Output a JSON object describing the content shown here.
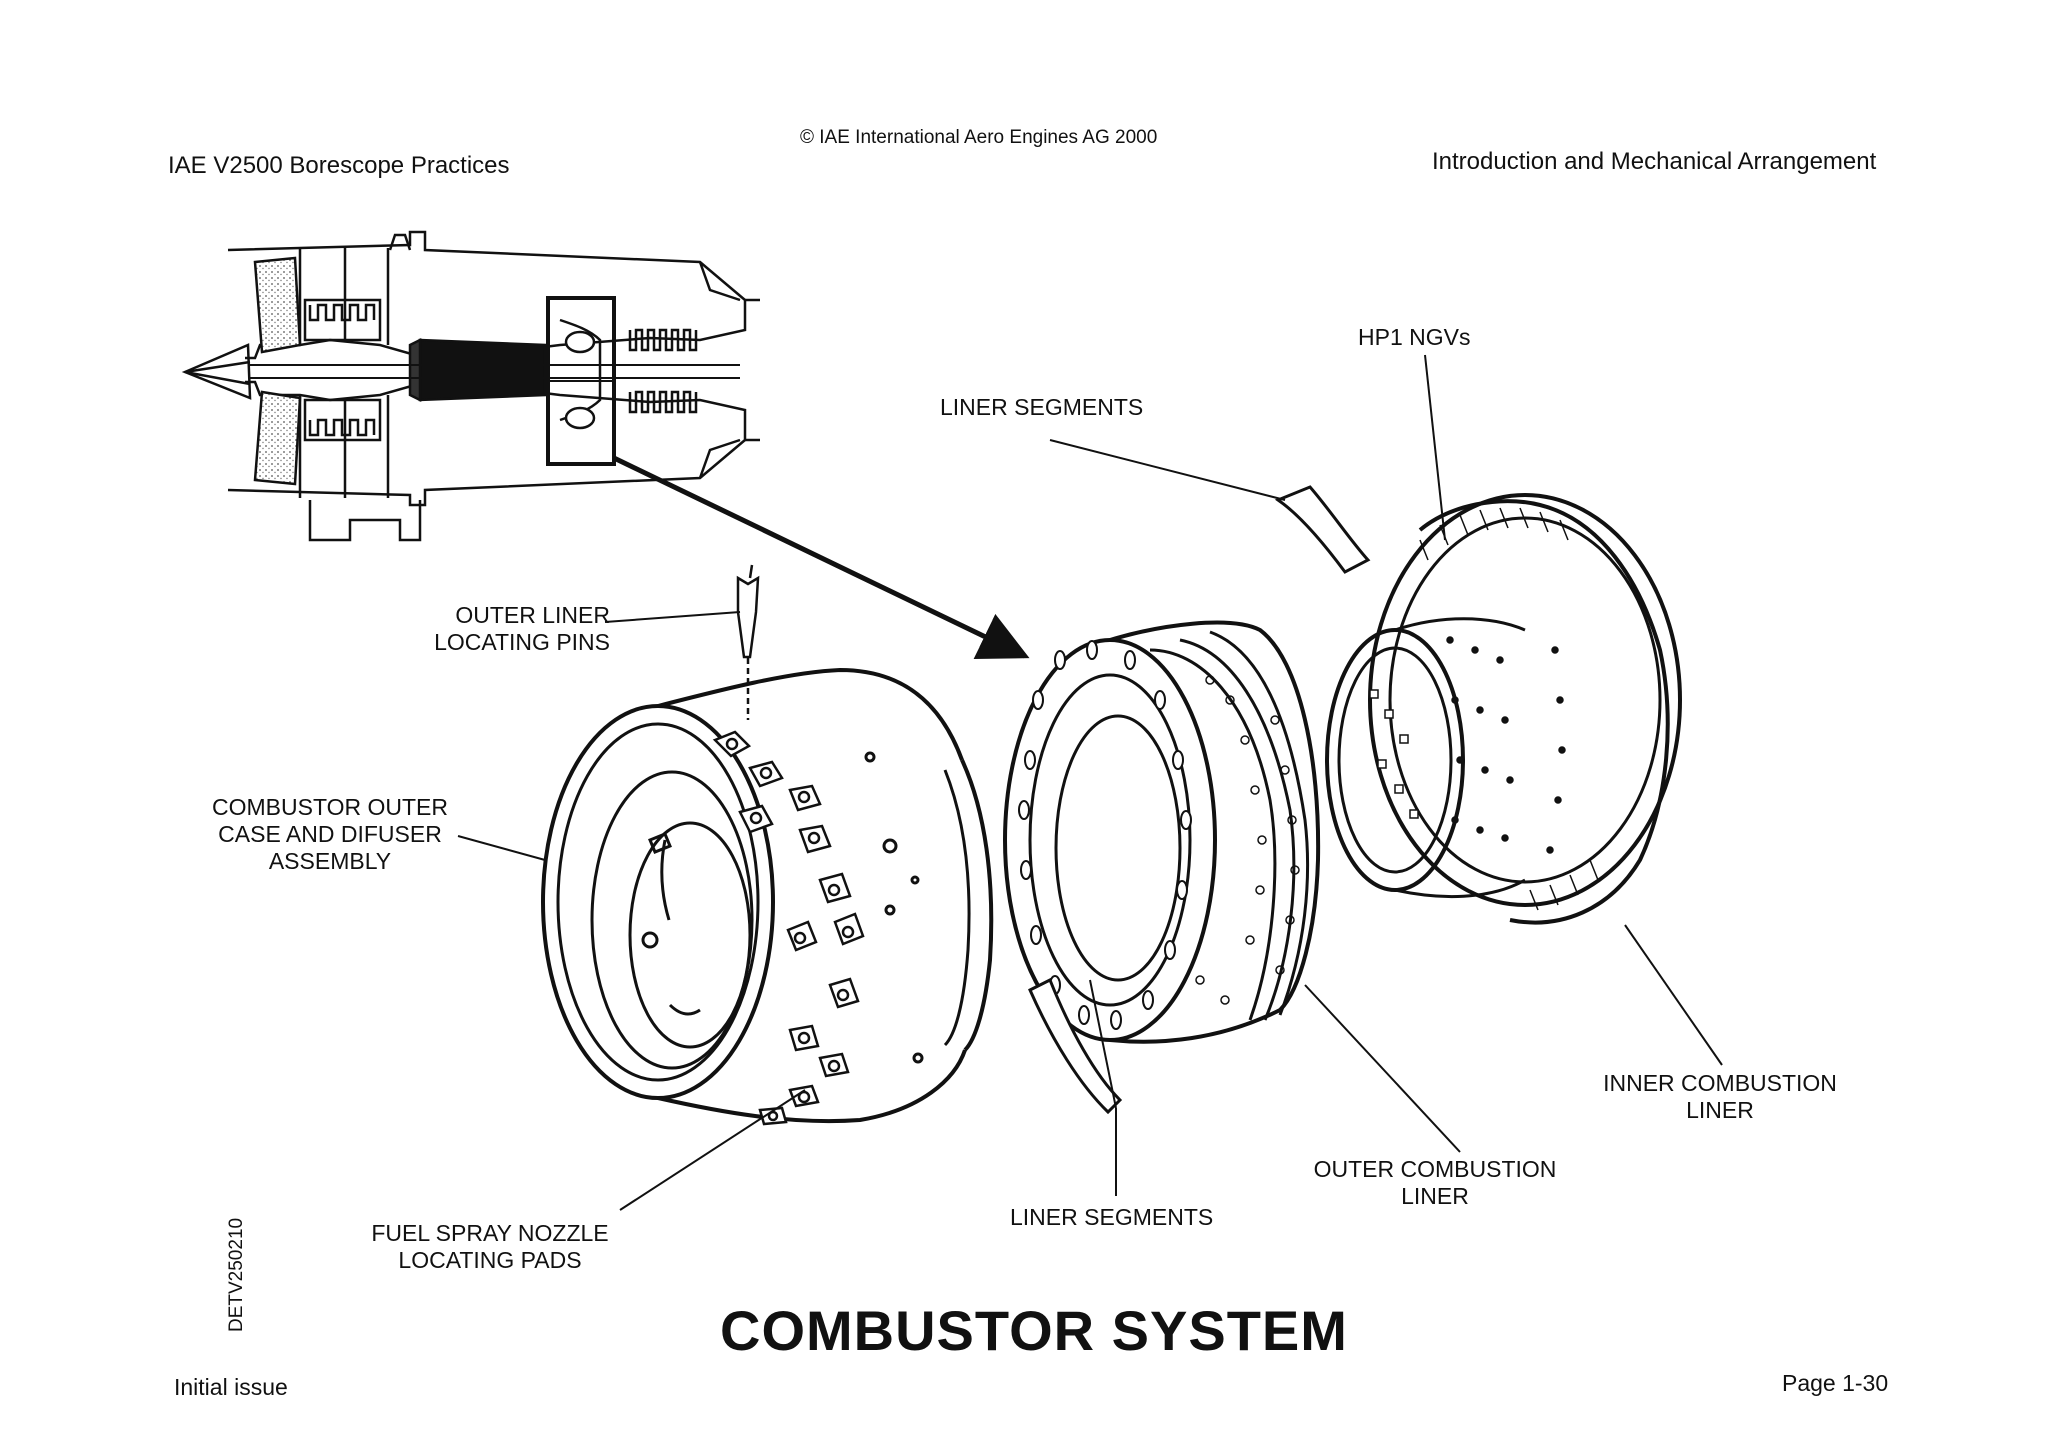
{
  "header": {
    "left": "IAE V2500 Borescope Practices",
    "center": "© IAE International Aero Engines AG 2000",
    "right": "Introduction and Mechanical Arrangement"
  },
  "labels": {
    "hp1_ngvs": "HP1 NGVs",
    "liner_segments_top": "LINER SEGMENTS",
    "outer_liner_pins": [
      "OUTER LINER",
      "LOCATING PINS"
    ],
    "combustor_case": [
      "COMBUSTOR OUTER",
      "CASE AND DIFUSER",
      "ASSEMBLY"
    ],
    "fuel_nozzle_pads": [
      "FUEL SPRAY NOZZLE",
      "LOCATING PADS"
    ],
    "liner_segments_bottom": "LINER SEGMENTS",
    "outer_combustion_liner": [
      "OUTER COMBUSTION",
      "LINER"
    ],
    "inner_combustion_liner": [
      "INNER COMBUSTION",
      "LINER"
    ]
  },
  "title": "COMBUSTOR SYSTEM",
  "drawing_code": "DETV250210",
  "footer": {
    "left": "Initial issue",
    "right": "Page 1-30"
  }
}
